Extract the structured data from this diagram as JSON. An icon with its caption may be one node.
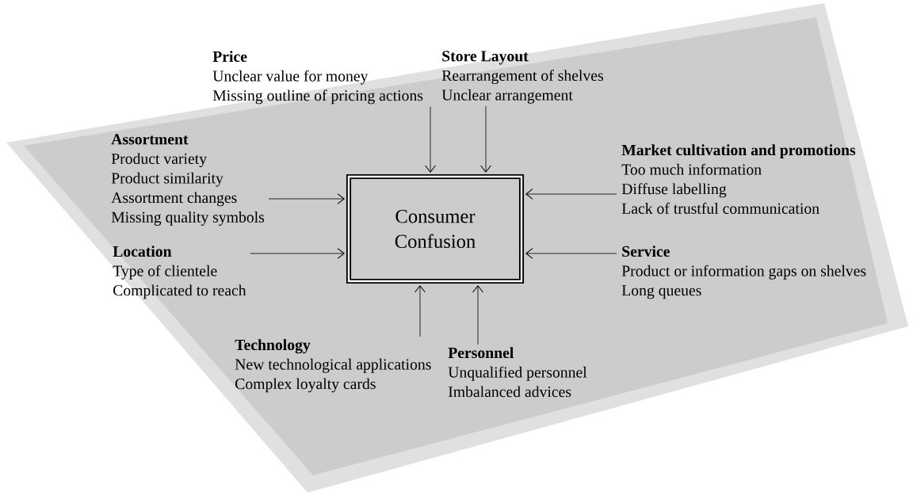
{
  "diagram": {
    "nodes": [
      {
        "text": [
          "Price",
          "Unclear value for money",
          "Missing outline of pricing actions"
        ]
      },
      {
        "text": [
          "Store Layout",
          "Rearrangement of  shelves",
          "Unclear arrangement"
        ]
      },
      {
        "text": [
          "Assortment",
          "Product variety",
          "Product similarity",
          "Assortment changes",
          "Missing quality symbols"
        ]
      },
      {
        "text": [
          "Market cultivation  and promotions",
          "Too much information",
          "Diffuse labelling",
          "Lack of trustful communication"
        ]
      },
      {
        "text": [
          "Consumer Confusion"
        ]
      },
      {
        "text": [
          "Location",
          "Type of clientele",
          "Complicated to reach"
        ]
      },
      {
        "text": [
          "Service",
          "Product or information gaps on shelves",
          "Long queues"
        ]
      },
      {
        "text": [
          "Technology",
          "New technological applications",
          "Complex loyalty cards"
        ]
      },
      {
        "text": [
          "Personnel",
          "Unqualified personnel",
          "Imbalanced advices"
        ]
      }
    ],
    "edges": [
      {
        "from": 0,
        "to": 4,
        "arrow": "to"
      },
      {
        "from": 1,
        "to": 4,
        "arrow": "to"
      },
      {
        "from": 2,
        "to": 4,
        "arrow": "to"
      },
      {
        "from": 3,
        "to": 4,
        "arrow": "to"
      },
      {
        "from": 5,
        "to": 4,
        "arrow": "to"
      },
      {
        "from": 6,
        "to": 4,
        "arrow": "to"
      },
      {
        "from": 7,
        "to": 4,
        "arrow": "to"
      },
      {
        "from": 8,
        "to": 4,
        "arrow": "to"
      }
    ]
  }
}
